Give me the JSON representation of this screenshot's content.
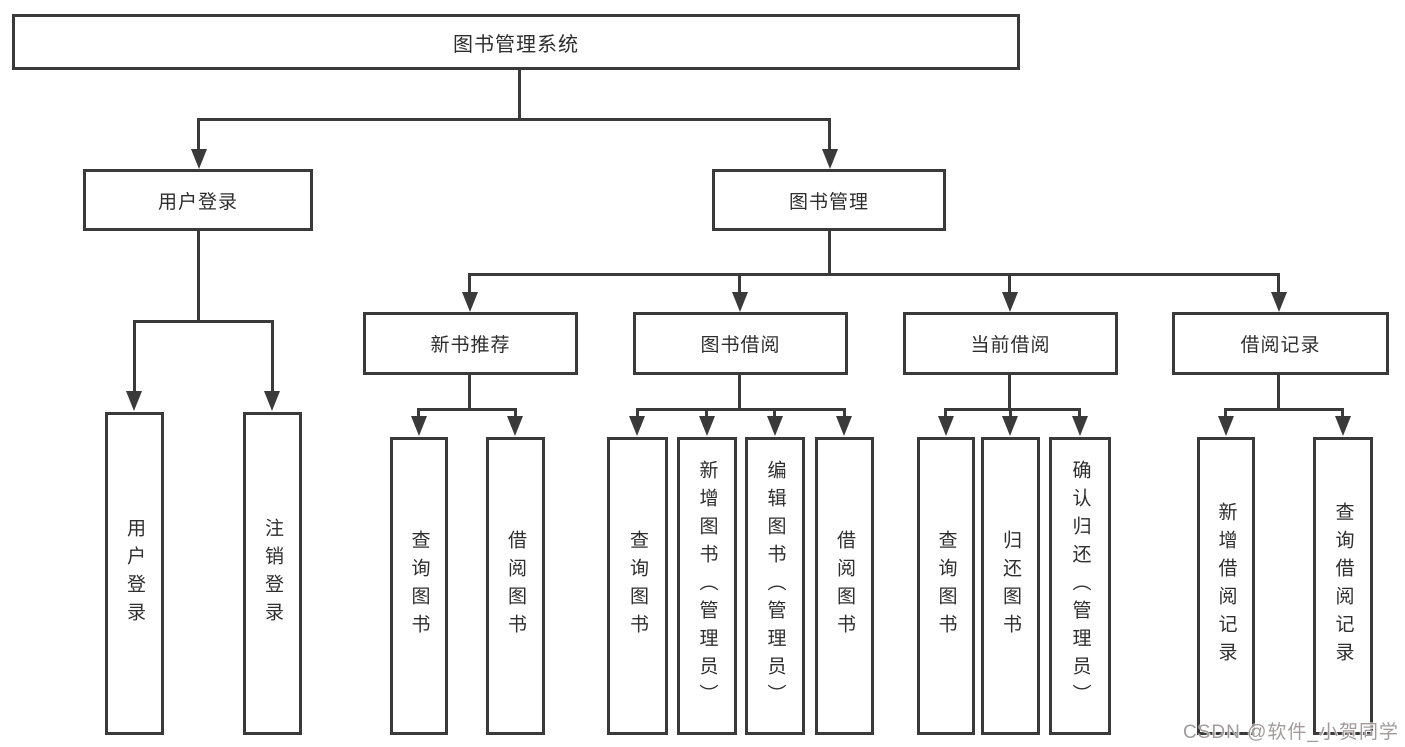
{
  "diagram": {
    "root": {
      "label": "图书管理系统"
    },
    "branches": [
      {
        "label": "用户登录",
        "children": [
          {
            "label": "用户登录"
          },
          {
            "label": "注销登录"
          }
        ]
      },
      {
        "label": "图书管理",
        "groups": [
          {
            "label": "新书推荐",
            "children": [
              {
                "label": "查询图书"
              },
              {
                "label": "借阅图书"
              }
            ]
          },
          {
            "label": "图书借阅",
            "children": [
              {
                "label": "查询图书"
              },
              {
                "label": "新增图书（管理员）"
              },
              {
                "label": "编辑图书（管理员）"
              },
              {
                "label": "借阅图书"
              }
            ]
          },
          {
            "label": "当前借阅",
            "children": [
              {
                "label": "查询图书"
              },
              {
                "label": "归还图书"
              },
              {
                "label": "确认归还（管理员）"
              }
            ]
          },
          {
            "label": "借阅记录",
            "children": [
              {
                "label": "新增借阅记录"
              },
              {
                "label": "查询借阅记录"
              }
            ]
          }
        ]
      }
    ]
  },
  "watermark": {
    "text": "CSDN @软件_小贺同学"
  },
  "colors": {
    "line": "#3a3a3a",
    "text": "#2e2e2e",
    "background": "#ffffff",
    "watermark": "#a39b9b"
  }
}
